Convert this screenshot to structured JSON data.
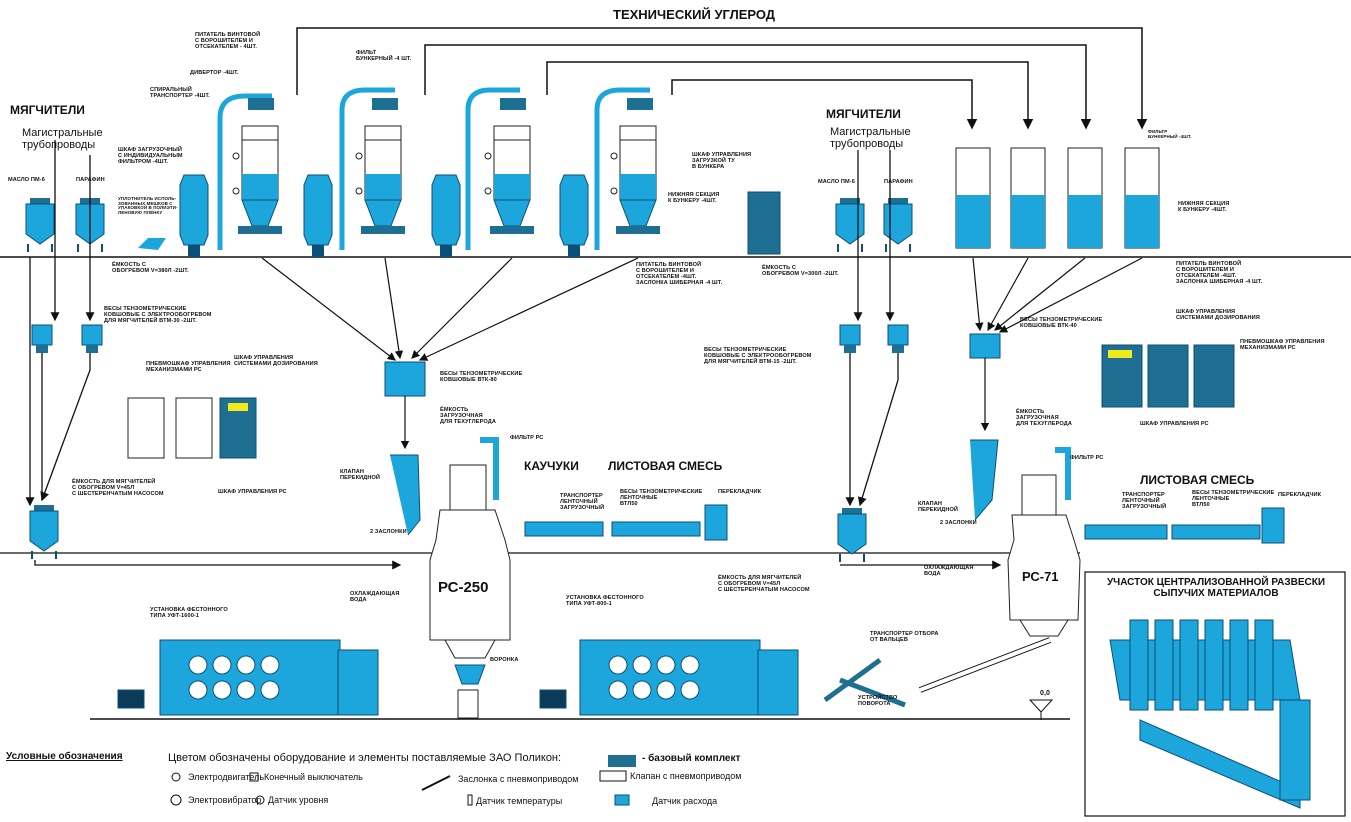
{
  "title": "ТЕХНИЧЕСКИЙ  УГЛЕРОД",
  "colors": {
    "equipment": "#1da6db",
    "dark": "#0b4f79",
    "panel": "#1f6f93",
    "line": "#111111"
  },
  "left": {
    "softeners": "МЯГЧИТЕЛИ",
    "pipelines": "Магистральные\nтрубопроводы",
    "oil": "МАСЛО ПМ-6",
    "paraffin": "ПАРАФИН",
    "tank_heated": "ЁМКОСТЬ С\nОБОГРЕВОМ  V=380л -2шт.",
    "scales_soft": "ВЕСЫ ТЕНЗОМЕТРИЧЕСКИЕ\nКОВШОВЫЕ С ЭЛЕКТРООБОГРЕВОМ\nДЛЯ МЯГЧИТЕЛЕЙ ВТМ-30 -2шт.",
    "tank_pump": "ЁМКОСТЬ ДЛЯ МЯГЧИТЕЛЕЙ\nС ОБОГРЕВОМ  V=45л\nС ШЕСТЕРЕНЧАТЫМ НАСОСОМ",
    "loading_cabinet": "ШКАФ ЗАГРУЗОЧНЫЙ\nС ИНДИВИДУАЛЬНЫМ\nФИЛЬТРОМ -4шт.",
    "compactor": "УПЛОТНИТЕЛЬ ИСПОЛЬ-\nЗОВАННЫХ МЕШКОВ С\nУПАКОВКОЙ В ПОЛИЭТИ-\nЛЕНОВУЮ ПЛЁНКУ",
    "spiral": "СПИРАЛЬНЫЙ\nТРАНСПОРТЕР -4шт.",
    "diverter": "ДИВЕРТОР -4шт.",
    "screw_feeder": "ПИТАТЕЛЬ ВИНТОВОЙ\nС ВОРОШИТЕЛЕМ И\nОТСЕКАТЕЛЕМ - 4шт.",
    "bunker_filter": "ФИЛЬТ\nБУНКЕРНЫЙ -4 шт.",
    "lower_section": "НИЖНЯЯ СЕКЦИЯ\nК БУНКЕРУ -4шт.",
    "feeder_gate": "ПИТАТЕЛЬ ВИНТОВОЙ\nС ВОРОШИТЕЛЕМ И\nОТСЕКАТЕЛЕМ -4шт.\nЗАСЛОНКА ШИБЕРНАЯ -4 шт.",
    "tu_cabinet": "ШКАФ УПРАВЛЕНИЯ\nЗАГРУЗКОЙ ТУ\nВ БУНКЕРА",
    "scales_btk": "ВЕСЫ ТЕНЗОМЕТРИЧЕСКИЕ\nКОВШОВЫЕ ВТК-80",
    "pneumo_rs": "ПНЕВМОШКАФ УПРАВЛЕНИЯ\nМЕХАНИЗМАМИ РС",
    "dosing_cab": "ШКАФ УПРАВЛЕНИЯ\nСИСТЕМАМИ ДОЗИРОВАНИЯ",
    "rs_cab": "ШКАФ УПРАВЛЕНИЯ РС",
    "carbon_tank": "ЁМКОСТЬ\nЗАГРУЗОЧНАЯ\nДЛЯ ТЕХУГЛЕРОДА",
    "filter_rs": "ФИЛЬТР РС",
    "valves": "КЛАПАН\nПЕРЕКИДНОЙ",
    "two_gates": "2 ЗАСЛОНКИ",
    "rubbers": "КАУЧУКИ",
    "sheet_mix": "ЛИСТОВАЯ СМЕСЬ",
    "conveyor": "ТРАНСПОРТЕР\nЛЕНТОЧНЫЙ\nЗАГРУЗОЧНЫЙ",
    "scales_belt": "ВЕСЫ ТЕНЗОМЕТРИЧЕСКИЕ\nЛЕНТОЧНЫЕ\nВТЛ50",
    "shifter": "ПЕРЕКЛАДЧИК",
    "mixer": "РС-250",
    "cooling": "ОХЛАЖДАЮЩАЯ\nВОДА",
    "festoon": "УСТАНОВКА ФЕСТОННОГО\nТИПА УФТ-1600-1",
    "funnel": "ВОРОНКА"
  },
  "right": {
    "softeners": "МЯГЧИТЕЛИ",
    "pipelines": "Магистральные\nтрубопроводы",
    "oil": "МАСЛО ПМ-6",
    "paraffin": "ПАРАФИН",
    "tank_heated": "ЁМКОСТЬ С\nОБОГРЕВОМ  V=300л -2шт.",
    "scales_soft": "ВЕСЫ ТЕНЗОМЕТРИЧЕСКИЕ\nКОВШОВЫЕ С ЭЛЕКТРООБОГРЕВОМ\nДЛЯ МЯГЧИТЕЛЕЙ ВТМ-15 -2шт.",
    "tank_pump": "ЁМКОСТЬ ДЛЯ МЯГЧИТЕЛЕЙ\nС ОБОГРЕВОМ  V=45л\nС ШЕСТЕРЕНЧАТЫМ НАСОСОМ",
    "bunker_filter": "ФИЛЬТР\nБУНКЕРНЫЙ -4шт.",
    "lower_section": "НИЖНЯЯ СЕКЦИЯ\nК БУНКЕРУ -4шт.",
    "feeder_gate": "ПИТАТЕЛЬ ВИНТОВОЙ\nС ВОРОШИТЕЛЕМ И\nОТСЕКАТЕЛЕМ -4шт.\nЗАСЛОНКА ШИБЕРНАЯ -4 шт.",
    "scales_btk": "ВЕСЫ ТЕНЗОМЕТРИЧЕСКИЕ\nКОВШОВЫЕ ВТК-40",
    "dosing_cab": "ШКАФ УПРАВЛЕНИЯ\nСИСТЕМАМИ ДОЗИРОВАНИЯ",
    "pneumo_rs": "ПНЕВМОШКАФ УПРАВЛЕНИЯ\nМЕХАНИЗМАМИ РС",
    "rs_cab": "ШКАФ УПРАВЛЕНИЯ РС",
    "carbon_tank": "ЁМКОСТЬ\nЗАГРУЗОЧНАЯ\nДЛЯ ТЕХУГЛЕРОДА",
    "filter_rs": "ФИЛЬТР РС",
    "valves": "КЛАПАН\nПЕРЕКИДНОЙ",
    "two_gates": "2 ЗАСЛОНКИ",
    "sheet_mix": "ЛИСТОВАЯ СМЕСЬ",
    "conveyor": "ТРАНСПОРТЕР\nЛЕНТОЧНЫЙ\nЗАГРУЗОЧНЫЙ",
    "scales_belt": "ВЕСЫ ТЕНЗОМЕТРИЧЕСКИЕ\nЛЕНТОЧНЫЕ\nВТЛ50",
    "shifter": "ПЕРЕКЛАДЧИК",
    "mixer": "РС-71",
    "cooling": "ОХЛАЖДАЮЩАЯ\nВОДА",
    "festoon": "УСТАНОВКА ФЕСТОННОГО\nТИПА УФТ-800-1",
    "roll_conveyor": "ТРАНСПОРТЕР ОТБОРА\nОТ ВАЛЬЦЕВ",
    "turn_device": "УСТРОЙСТВО\nПОВОРОТА",
    "level": "0,0"
  },
  "inset": {
    "title": "УЧАСТОК ЦЕНТРАЛИЗОВАННОЙ РАЗВЕСКИ\nСЫПУЧИХ МАТЕРИАЛОВ"
  },
  "legend": {
    "title": "Условные обозначения",
    "heading": "Цветом обозначены оборудование и элементы поставляемые ЗАО Поликон:",
    "base_kit": "- базовый комплект",
    "motor": "Электродвигатель",
    "limit_switch": "Конечный выключатель",
    "gate": "Заслонка с пневмоприводом",
    "valve": "Клапан с пневмоприводом",
    "vibrator": "Электровибратор",
    "level_sensor": "Датчик уровня",
    "temp_sensor": "Датчик температуры",
    "flow_sensor": "Датчик расхода"
  }
}
